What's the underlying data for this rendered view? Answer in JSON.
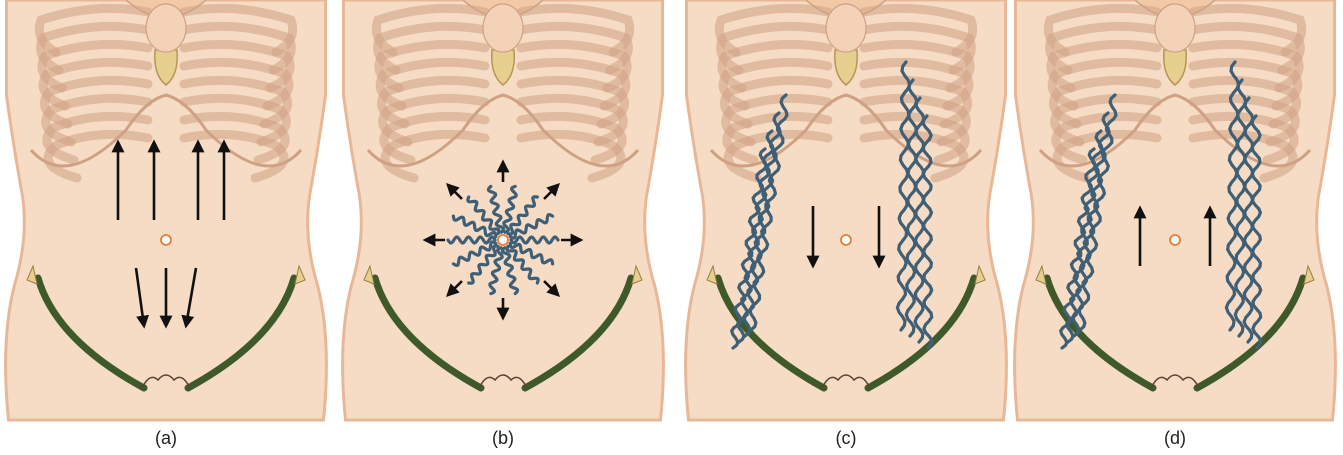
{
  "panels": [
    {
      "label": "(a)",
      "flow": "arrows-up-above-down-below"
    },
    {
      "label": "(b)",
      "flow": "radiating-from-umbilicus-with-veins"
    },
    {
      "label": "(c)",
      "flow": "arrows-down-with-lateral-veins"
    },
    {
      "label": "(d)",
      "flow": "arrows-up-with-lateral-veins"
    }
  ],
  "colors": {
    "skin": "#f6dcc4",
    "skin_shade": "#e8b896",
    "ribs": "#cfa184",
    "xiphoid": "#e7cf8f",
    "pelvis": "#3f5a2a",
    "veins": "#3f5f77",
    "arrows": "#111111",
    "umbilicus": "#e67c3a"
  },
  "icons": [
    "rib-cage-icon",
    "umbilicus-icon",
    "iliac-crest-icon",
    "vein-icon",
    "arrow-icon"
  ]
}
